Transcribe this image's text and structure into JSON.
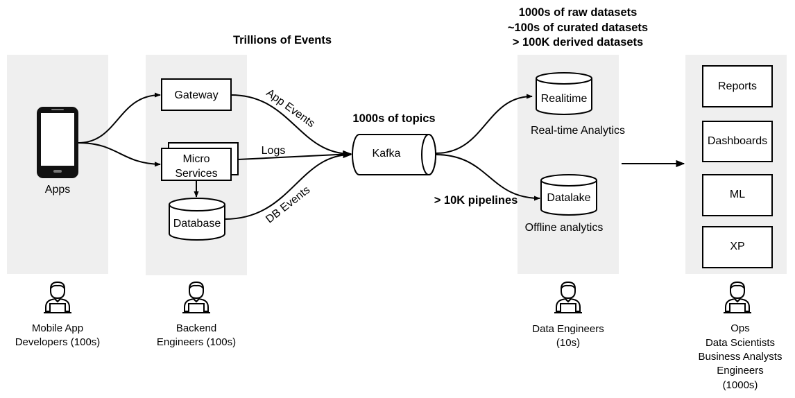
{
  "headers": {
    "events": "Trillions of Events",
    "datasets_line1": "1000s of raw datasets",
    "datasets_line2": "~100s of curated datasets",
    "datasets_line3": "> 100K derived datasets",
    "topics": "1000s of topics",
    "pipelines": "> 10K pipelines"
  },
  "nodes": {
    "apps": "Apps",
    "gateway": "Gateway",
    "micro_line1": "Micro",
    "micro_line2": "Services",
    "database": "Database",
    "kafka": "Kafka",
    "realtime": "Realitime",
    "realtime_caption": "Real-time Analytics",
    "datalake": "Datalake",
    "datalake_caption": "Offline analytics",
    "reports": "Reports",
    "dashboards": "Dashboards",
    "ml": "ML",
    "xp": "XP"
  },
  "edge_labels": {
    "app_events": "App Events",
    "logs": "Logs",
    "db_events": "DB Events"
  },
  "personas": {
    "mobile_line1": "Mobile App",
    "mobile_line2": "Developers (100s)",
    "backend_line1": "Backend",
    "backend_line2": "Engineers (100s)",
    "data_line1": "Data Engineers",
    "data_line2": "(10s)",
    "consumers_line1": "Ops",
    "consumers_line2": "Data Scientists",
    "consumers_line3": "Business Analysts",
    "consumers_line4": "Engineers",
    "consumers_line5": "(1000s)"
  },
  "colors": {
    "lane_fill": "#efefef",
    "stroke": "#000000"
  },
  "icons": {
    "phone": "phone-icon",
    "person": "person-icon"
  }
}
